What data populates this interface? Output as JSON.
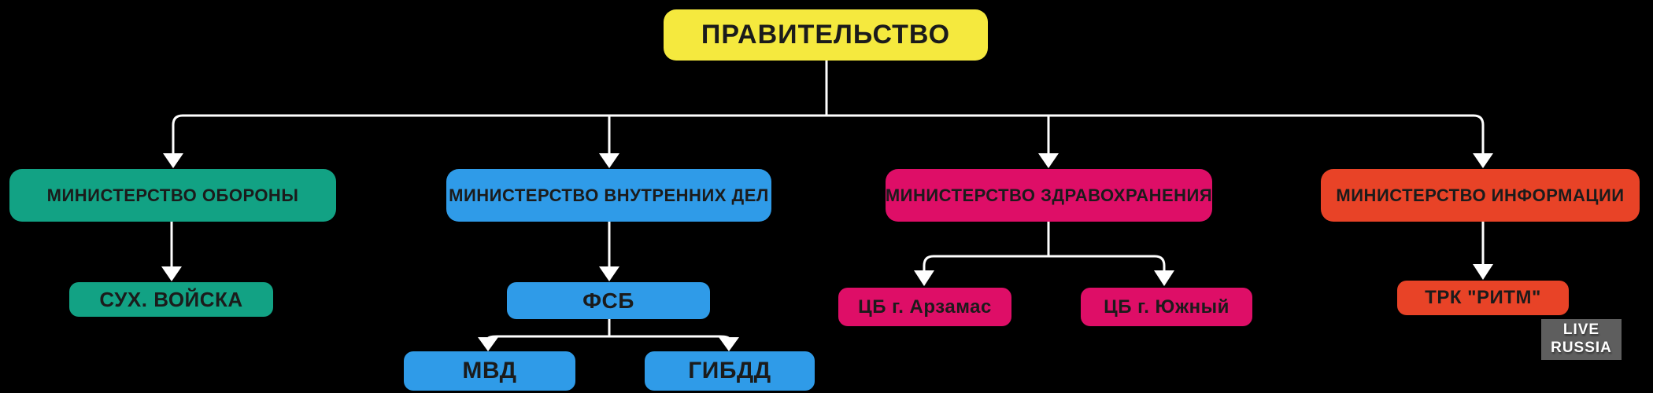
{
  "diagram": {
    "background_color": "#000000",
    "connector_color": "#ffffff",
    "node_text_color": "#1b1b1b",
    "root": {
      "label": "ПРАВИТЕЛЬСТВО",
      "color": "#F5E93E"
    },
    "branches": [
      {
        "label": "МИНИСТЕРСТВО ОБОРОНЫ",
        "color": "#12A284",
        "children": [
          {
            "label": "СУХ. ВОЙСКА"
          }
        ]
      },
      {
        "label": "МИНИСТЕРСТВО ВНУТРЕННИХ ДЕЛ",
        "color": "#2F9BE8",
        "children": [
          {
            "label": "ФСБ",
            "children": [
              {
                "label": "МВД"
              },
              {
                "label": "ГИБДД"
              }
            ]
          }
        ]
      },
      {
        "label": "МИНИСТЕРСТВО ЗДРАВОХРАНЕНИЯ",
        "color": "#DE0E67",
        "children": [
          {
            "label": "ЦБ г. Арзамас"
          },
          {
            "label": "ЦБ г. Южный"
          }
        ]
      },
      {
        "label": "МИНИСТЕРСТВО ИНФОРМАЦИИ",
        "color": "#E84327",
        "children": [
          {
            "label": "ТРК \"РИТМ\""
          }
        ]
      }
    ],
    "watermark": {
      "line1": "LIVE",
      "line2": "RUSSIA",
      "bg_color": "#5E5E5E",
      "text_color": "#ffffff"
    }
  }
}
